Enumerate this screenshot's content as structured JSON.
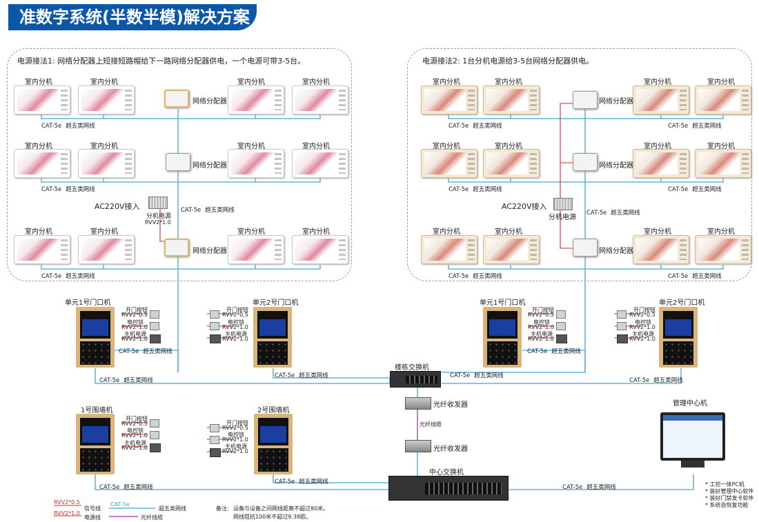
{
  "title": "准数字系统(半数半模)解决方案",
  "left_note": "电源接法1: 网络分配器上短接短路帽给下一路网络分配器供电，一个电源可带3-5台。",
  "right_note": "电源接法2: 1台分机电源给3-5台网络分配器供电。",
  "indoor_unit": "室内分机",
  "distributor": "网络分配器",
  "cat5e": "CAT-5e",
  "cat5e_desc": "超五类网线",
  "ac_in": "AC220V接入",
  "psu_label": "分机电源",
  "rvv_1_0": "RVV2*1.0",
  "rvv_0_5": "RVV2*0.5",
  "unit1_door": "单元1号门口机",
  "unit2_door": "单元2号门口机",
  "wall1": "1号围墙机",
  "wall2": "2号围墙机",
  "door_wire_labels": [
    "开门按钮",
    "电控锁",
    "主机电源"
  ],
  "building_switch": "楼栋交换机",
  "fiber_tx": "光纤收发器",
  "fiber_line": "光纤线缆",
  "center_switch": "中心交换机",
  "mgmt_center": "管理中心机",
  "mgmt_features": [
    "* 工控一体PC机",
    "* 装好管理中心软件",
    "* 装好门禁发卡软件",
    "* 系统自恢复功能"
  ],
  "legend": {
    "signal": "信号线",
    "power": "电源线",
    "cat_desc": "超五类网线",
    "fiber": "光纤线缆"
  },
  "remark_label": "备注:",
  "remarks": [
    "设备与设备之间网线距离不超过80米。",
    "网线阻抗100米不超过9.38欧。"
  ],
  "colors": {
    "title_bg": "#0b58a8",
    "net_line": "#3fa6e0",
    "power_line": "#d42a2a",
    "fiber_line": "#9b2aa5",
    "frame_gold": "#d9b57c"
  }
}
